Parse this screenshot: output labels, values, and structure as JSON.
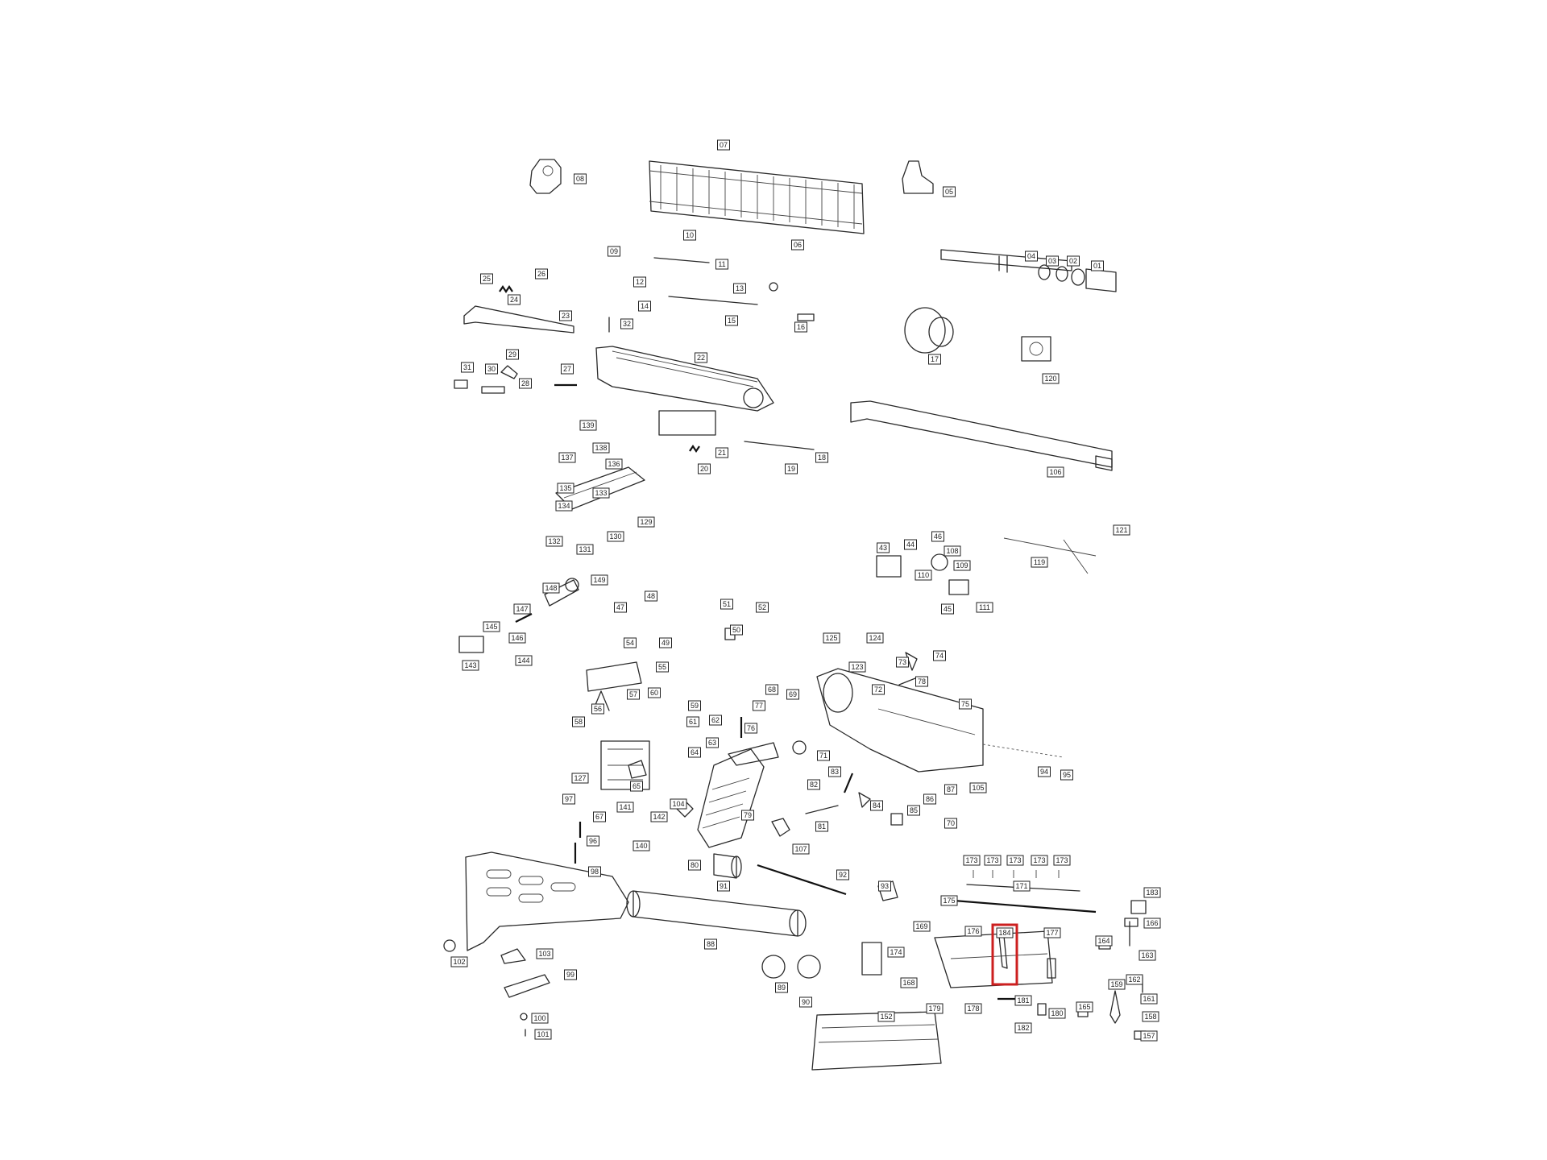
{
  "diagram": {
    "labels": [
      "01",
      "02",
      "03",
      "04",
      "05",
      "06",
      "07",
      "08",
      "09",
      "10",
      "11",
      "12",
      "13",
      "14",
      "15",
      "16",
      "17",
      "18",
      "19",
      "20",
      "21",
      "22",
      "23",
      "24",
      "25",
      "26",
      "27",
      "28",
      "29",
      "30",
      "31",
      "32",
      "43",
      "44",
      "45",
      "46",
      "47",
      "48",
      "49",
      "50",
      "51",
      "52",
      "54",
      "55",
      "56",
      "57",
      "58",
      "59",
      "60",
      "61",
      "62",
      "63",
      "64",
      "65",
      "67",
      "68",
      "69",
      "70",
      "71",
      "72",
      "73",
      "74",
      "75",
      "76",
      "77",
      "78",
      "79",
      "80",
      "81",
      "82",
      "83",
      "84",
      "85",
      "86",
      "87",
      "88",
      "89",
      "90",
      "91",
      "92",
      "93",
      "94",
      "95",
      "96",
      "97",
      "98",
      "99",
      "100",
      "101",
      "102",
      "103",
      "104",
      "105",
      "106",
      "107",
      "108",
      "109",
      "110",
      "111",
      "119",
      "120",
      "121",
      "123",
      "124",
      "125",
      "127",
      "129",
      "130",
      "131",
      "132",
      "133",
      "134",
      "135",
      "136",
      "137",
      "138",
      "139",
      "140",
      "141",
      "142",
      "143",
      "144",
      "145",
      "146",
      "147",
      "148",
      "149",
      "152",
      "157",
      "158",
      "159",
      "161",
      "162",
      "163",
      "164",
      "165",
      "166",
      "168",
      "169",
      "171",
      "173",
      "174",
      "175",
      "176",
      "177",
      "178",
      "179",
      "180",
      "181",
      "182",
      "183",
      "184"
    ],
    "highlighted_label": "184",
    "highlight_color": "#cc1f1f",
    "line_color": "#2a2a2a"
  }
}
